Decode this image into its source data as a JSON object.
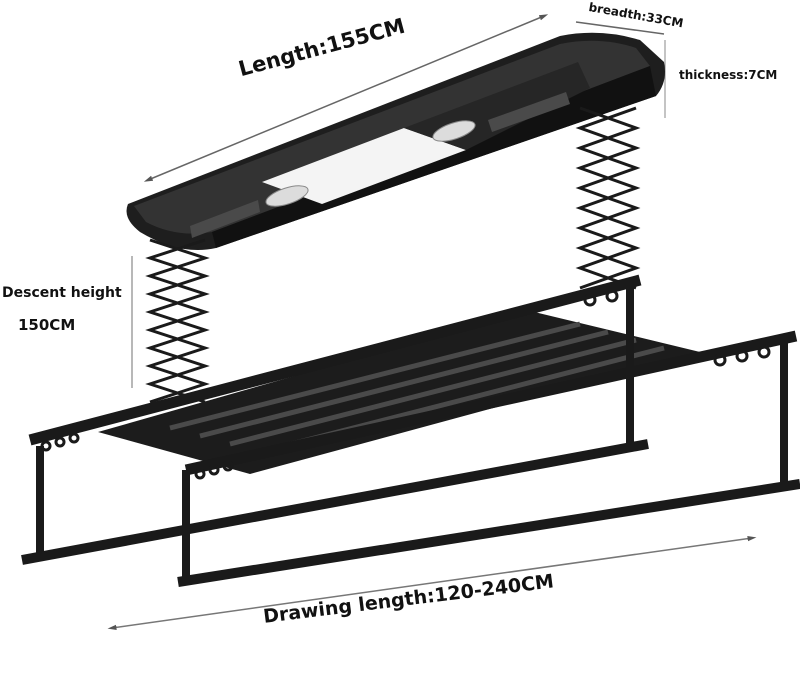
{
  "labels": {
    "length": "Length:155CM",
    "breadth": "breadth:33CM",
    "thickness": "thickness:7CM",
    "descent_height": "Descent height",
    "descent_value": "150CM",
    "drawing_length": "Drawing length:120-240CM"
  },
  "colors": {
    "frame": "#1a1a1a",
    "panel": "#2a2a2a",
    "light": "#f4f4f4",
    "arrow": "#555555"
  }
}
